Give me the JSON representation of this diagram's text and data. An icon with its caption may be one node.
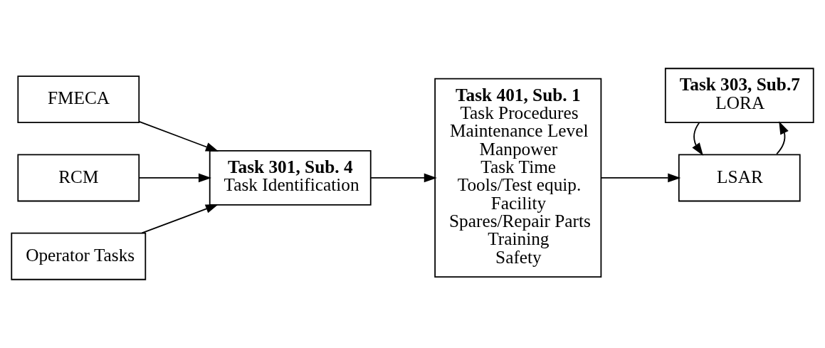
{
  "diagram": {
    "nodes": [
      {
        "text": [
          "FMECA"
        ]
      },
      {
        "text": [
          "RCM"
        ]
      },
      {
        "text": [
          "Operator Tasks"
        ]
      },
      {
        "text": [
          "Task 301, Sub. 4",
          "Task Identification"
        ]
      },
      {
        "text": [
          "Task 401, Sub. 1",
          "Task Procedures",
          "Maintenance Level",
          "Manpower",
          "Task Time",
          "Tools/Test equip.",
          "Facility",
          "Spares/Repair Parts",
          "Training",
          "Safety"
        ]
      },
      {
        "text": [
          "LSAR"
        ]
      },
      {
        "text": [
          "Task 303, Sub.7",
          "LORA"
        ]
      }
    ],
    "edges": [
      {
        "from": 0,
        "to": 3,
        "arrow": "to"
      },
      {
        "from": 1,
        "to": 3,
        "arrow": "to"
      },
      {
        "from": 2,
        "to": 3,
        "arrow": "to"
      },
      {
        "from": 3,
        "to": 4,
        "arrow": "to"
      },
      {
        "from": 4,
        "to": 5,
        "arrow": "to"
      },
      {
        "from": 5,
        "to": 6,
        "arrow": "to"
      },
      {
        "from": 6,
        "to": 5,
        "arrow": "to"
      }
    ]
  }
}
